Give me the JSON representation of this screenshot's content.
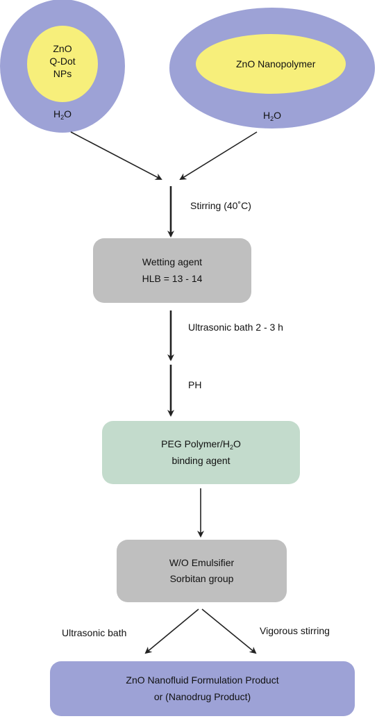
{
  "colors": {
    "outer_ring": "#9da2d6",
    "core": "#f7ef7b",
    "grey_box": "#bfbfbf",
    "green_box": "#c3dbcc",
    "blue_box": "#9da2d6",
    "arrow": "#222222"
  },
  "ellipse_left": {
    "core_line1": "ZnO",
    "core_line2": "Q-Dot",
    "core_line3": "NPs",
    "water": "H",
    "water_sub": "2",
    "water_tail": "O"
  },
  "ellipse_right": {
    "core_text": "ZnO Nanopolymer",
    "water": "H",
    "water_sub": "2",
    "water_tail": "O"
  },
  "steps": {
    "stirring": "Stirring (40˚C)",
    "wetting_line1": "Wetting agent",
    "wetting_line2": "HLB = 13 - 14",
    "ultrasonic_long": "Ultrasonic bath 2 - 3 h",
    "ph": "PH",
    "peg_line1_a": "PEG Polymer/H",
    "peg_line1_sub": "2",
    "peg_line1_b": "O",
    "peg_line2": "binding agent",
    "emulsifier_line1": "W/O Emulsifier",
    "emulsifier_line2": "Sorbitan group",
    "ultrasonic_short": "Ultrasonic bath",
    "vigorous": "Vigorous stirring",
    "product_line1": "ZnO Nanofluid Formulation Product",
    "product_line2": "or (Nanodrug Product)"
  }
}
